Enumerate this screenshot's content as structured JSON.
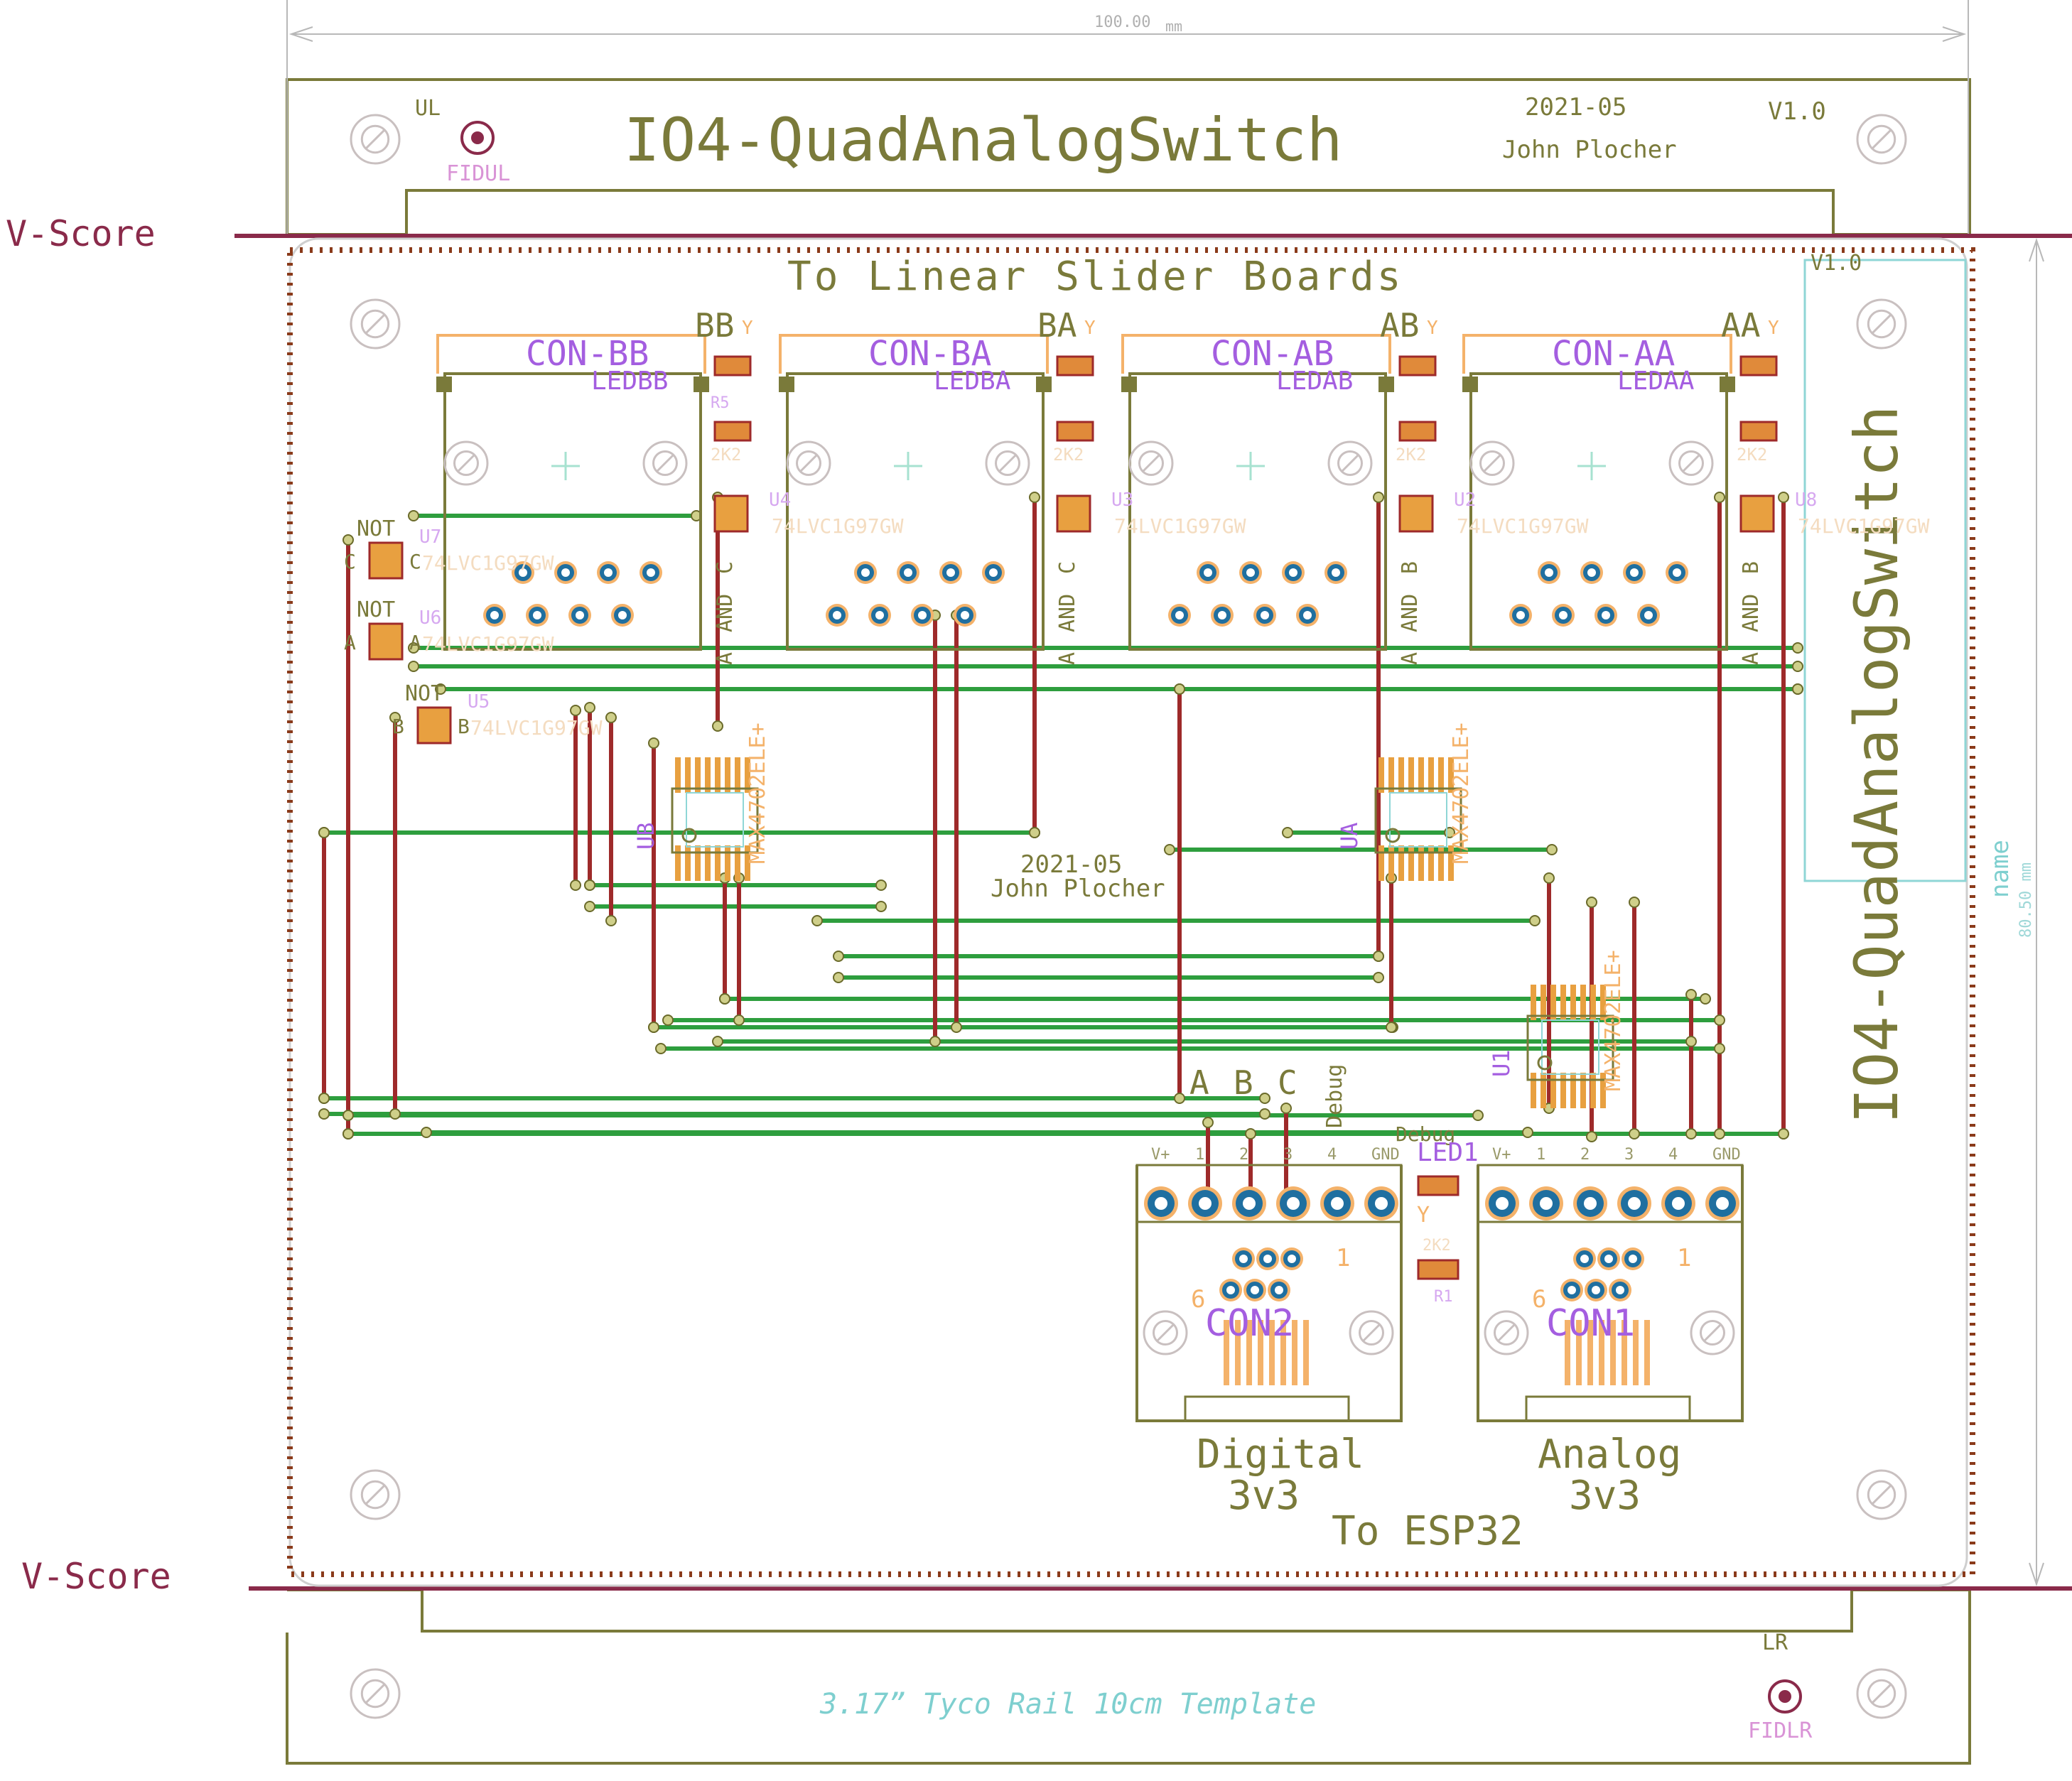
{
  "rail": {
    "v_score_left_top": "V-Score",
    "v_score_left_bottom": "V-Score",
    "width_dimension": "100.00",
    "width_unit": "mm",
    "height_dimension": "80.50 mm",
    "height_label": "name",
    "fiducial_ul_label": "UL",
    "fiducial_ul_name": "FIDUL",
    "fiducial_lr_label": "LR",
    "fiducial_lr_name": "FIDLR",
    "template_caption": "3.17” Tyco Rail 10cm Template"
  },
  "header": {
    "title": "IO4-QuadAnalogSwitch",
    "date": "2021-05",
    "author": "John Plocher",
    "version": "V1.0"
  },
  "board": {
    "top_caption": "To Linear Slider Boards",
    "version_small": "V1.0",
    "side_title": "IO4-QuadAnalogSwitch",
    "mid_date": "2021-05",
    "mid_author": "John Plocher",
    "bottom_caption": "To ESP32",
    "abc_labels": [
      "A",
      "B",
      "C"
    ],
    "debug_label": "Debug",
    "debug_label2": "Debug"
  },
  "connectors_top": [
    {
      "group": "BB",
      "name": "CON-BB",
      "led": "LEDBB",
      "resistor": "2K2",
      "chip": "U4",
      "part": "74LVC1G97GW",
      "gate_a": "A",
      "gate_op": "AND",
      "gate_b": "C",
      "led_color": "Y",
      "small": "R5"
    },
    {
      "group": "BA",
      "name": "CON-BA",
      "led": "LEDBA",
      "resistor": "2K2",
      "chip": "U3",
      "part": "74LVC1G97GW",
      "gate_a": "A",
      "gate_op": "AND",
      "gate_b": "C",
      "led_color": "Y",
      "small": ""
    },
    {
      "group": "AB",
      "name": "CON-AB",
      "led": "LEDAB",
      "resistor": "2K2",
      "chip": "U2",
      "part": "74LVC1G97GW",
      "gate_a": "A",
      "gate_op": "AND",
      "gate_b": "B",
      "led_color": "Y",
      "small": ""
    },
    {
      "group": "AA",
      "name": "CON-AA",
      "led": "LEDAA",
      "resistor": "2K2",
      "chip": "U8",
      "part": "74LVC1G97GW",
      "gate_a": "A",
      "gate_op": "AND",
      "gate_b": "B",
      "led_color": "Y",
      "small": ""
    }
  ],
  "not_gates": [
    {
      "label": "NOT",
      "in": "C",
      "out": "C",
      "chip": "U7",
      "part": "74LVC1G97GW"
    },
    {
      "label": "NOT",
      "in": "A",
      "out": "A",
      "chip": "U6",
      "part": "74LVC1G97GW"
    },
    {
      "label": "NOT",
      "in": "B",
      "out": "B",
      "chip": "U5",
      "part": "74LVC1G97GW"
    }
  ],
  "mux_chips": [
    {
      "ref": "UB",
      "part": "MAX4702ELE+"
    },
    {
      "ref": "UA",
      "part": "MAX4702ELE+"
    },
    {
      "ref": "U1",
      "part": "MAX4702ELE+"
    }
  ],
  "connectors_bottom": [
    {
      "name": "CON2",
      "caption_line1": "Digital",
      "caption_line2": "3v3",
      "pin_labels": [
        "V+",
        "1",
        "2",
        "3",
        "4",
        "GND"
      ],
      "pin1": "1",
      "pin6": "6"
    },
    {
      "name": "CON1",
      "caption_line1": "Analog",
      "caption_line2": "3v3",
      "pin_labels": [
        "V+",
        "1",
        "2",
        "3",
        "4",
        "GND"
      ],
      "pin1": "1",
      "pin6": "6"
    }
  ],
  "debug_led": {
    "name": "LED1",
    "color": "Y",
    "resistor_value": "2K2",
    "resistor": "R1"
  },
  "colors": {
    "outline": "#7a7a3a",
    "copper_top": "#2e9e3e",
    "copper_bottom": "#9e2a2a",
    "silk_names": "#a45ee0",
    "keepout": "#f4b26a",
    "vscore": "#8a2a4a",
    "pad": "#1f6fa0"
  }
}
